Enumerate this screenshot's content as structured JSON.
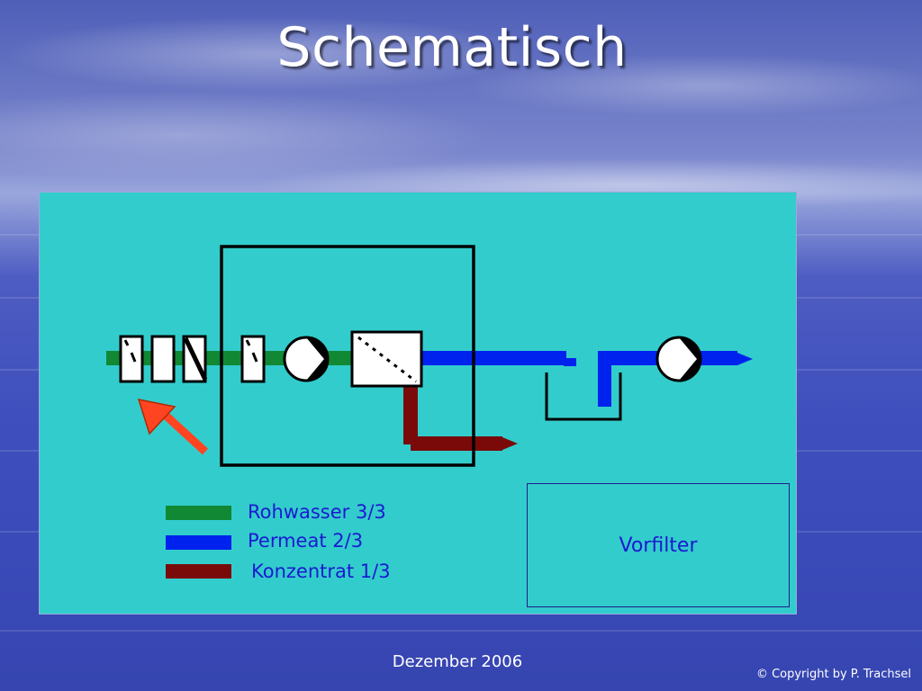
{
  "slide": {
    "title": "Schematisch"
  },
  "legend": [
    {
      "label": "Rohwasser 3/3",
      "color": "#118833"
    },
    {
      "label": "Permeat 2/3",
      "color": "#0022ee"
    },
    {
      "label": "Konzentrat 1/3",
      "color": "#7a0a0a"
    }
  ],
  "vorfilter": {
    "label": "Vorfilter"
  },
  "colors": {
    "panel": "#33cccc",
    "raw_water": "#118833",
    "permeate": "#0022ee",
    "concentrate": "#7a0a0a",
    "pointer_arrow": "#ff4422"
  },
  "footer": {
    "date": "Dezember 2006",
    "copyright": "© Copyright by P. Trachsel"
  }
}
